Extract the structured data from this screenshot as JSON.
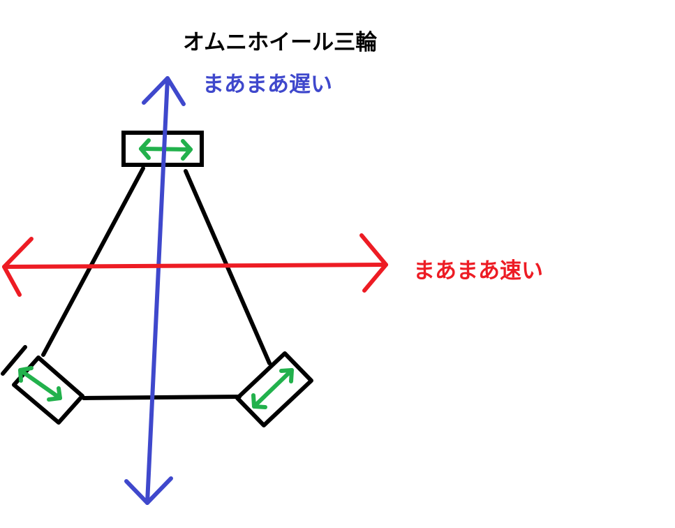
{
  "title": "オムニホイール三輪",
  "y_direction_label": "まあまあ遅い",
  "x_direction_label": "まあまあ速い",
  "colors": {
    "frame": "#000000",
    "wheel_arrow": "#22b14c",
    "y_axis": "#3f48cc",
    "x_axis": "#ed1c24"
  }
}
